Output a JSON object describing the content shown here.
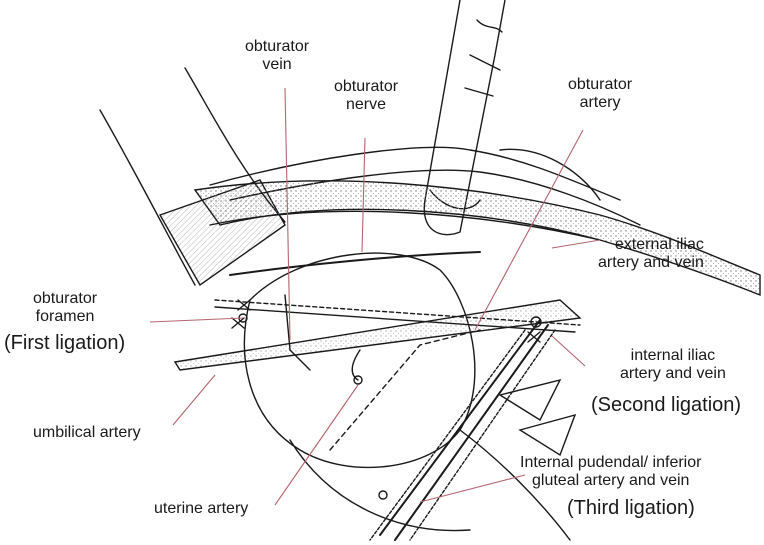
{
  "labels": {
    "obturator_vein": [
      "obturator",
      "vein"
    ],
    "obturator_nerve": [
      "obturator",
      "nerve"
    ],
    "obturator_artery": [
      "obturator",
      "artery"
    ],
    "external_iliac": [
      "external iliac",
      "artery and vein"
    ],
    "obturator_foramen": [
      "obturator",
      "foramen"
    ],
    "first_ligation": "(First ligation)",
    "internal_iliac": [
      "internal iliac",
      "artery and vein"
    ],
    "second_ligation": "(Second ligation)",
    "umbilical_artery": "umbilical artery",
    "internal_pudendal": [
      "Internal pudendal/ inferior",
      "gluteal artery and vein"
    ],
    "third_ligation": "(Third ligation)",
    "uterine_artery": "uterine artery"
  },
  "colors": {
    "line": "#1a1a1a",
    "leader": "#b5656e",
    "stipple": "#8a8a8a",
    "background": "#ffffff"
  }
}
